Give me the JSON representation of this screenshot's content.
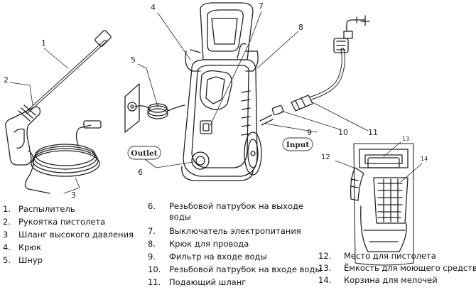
{
  "callouts": [
    "1",
    "2",
    "3",
    "4",
    "5",
    "6",
    "7",
    "8",
    "9",
    "10",
    "11",
    "12",
    "13",
    "14"
  ],
  "ports": {
    "outlet": "Outlet",
    "input": "Input"
  },
  "legend": {
    "col1": [
      {
        "n": "1.",
        "t": "Распылитель"
      },
      {
        "n": "2.",
        "t": "Рукоятка пистолета"
      },
      {
        "n": "3",
        "t": "Шланг высокого давления"
      },
      {
        "n": "4.",
        "t": "Крюк"
      },
      {
        "n": "5.",
        "t": "Шнур"
      }
    ],
    "col2": [
      {
        "n": "6.",
        "t": "Резьбовой патрубок на выходе"
      },
      {
        "n": "",
        "t": "воды"
      },
      {
        "n": "7.",
        "t": "Выключатель электропитания"
      },
      {
        "n": "8.",
        "t": "Крюк для провода"
      },
      {
        "n": "9.",
        "t": "Фильтр на входе воды"
      },
      {
        "n": "10.",
        "t": "Резьбовой патрубок на входе воды"
      },
      {
        "n": "11.",
        "t": "Подающий шланг"
      }
    ],
    "col3": [
      {
        "n": "12.",
        "t": "Место для пистолета"
      },
      {
        "n": "13.",
        "t": "Ёмкость для моющего средства"
      },
      {
        "n": "14.",
        "t": "Корзина для мелочей"
      }
    ]
  }
}
